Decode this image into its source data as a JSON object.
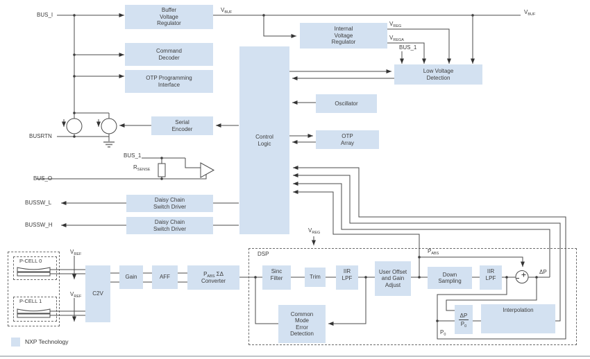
{
  "palette": {
    "block_fill": "#d3e1f1",
    "wire": "#4a4a4a",
    "text": "#3a3a3a"
  },
  "blocks": {
    "buffer_voltage_regulator": {
      "lines": [
        "Buffer",
        "Voltage",
        "Regulator"
      ]
    },
    "command_decoder": {
      "lines": [
        "Command",
        "Decoder"
      ]
    },
    "otp_programming_interface": {
      "lines": [
        "OTP Programming",
        "Interface"
      ]
    },
    "serial_encoder": {
      "lines": [
        "Serial",
        "Encoder"
      ]
    },
    "control_logic": {
      "lines": [
        "Control",
        "Logic"
      ]
    },
    "internal_voltage_regulator": {
      "lines": [
        "Internal",
        "Voltage",
        "Regulator"
      ]
    },
    "low_voltage_detection": {
      "lines": [
        "Low Voltage",
        "Detection"
      ]
    },
    "oscillator": {
      "lines": [
        "Oscillator"
      ]
    },
    "otp_array": {
      "lines": [
        "OTP",
        "Array"
      ]
    },
    "daisy_chain_switch_driver_1": {
      "lines": [
        "Daisy Chain",
        "Switch Driver"
      ]
    },
    "daisy_chain_switch_driver_2": {
      "lines": [
        "Daisy Chain",
        "Switch Driver"
      ]
    },
    "c2v": {
      "lines": [
        "C2V"
      ]
    },
    "gain": {
      "lines": [
        "Gain"
      ]
    },
    "aff": {
      "lines": [
        "AFF"
      ]
    },
    "pabs_converter": {
      "main": "P",
      "sub": "ABS",
      "suffix": " ΣΔ",
      "line2": "Converter"
    },
    "sinc_filter": {
      "lines": [
        "Sinc",
        "Filter"
      ]
    },
    "trim": {
      "lines": [
        "Trim"
      ]
    },
    "iir_lpf_1": {
      "lines": [
        "IIR",
        "LPF"
      ]
    },
    "user_offset_gain_adjust": {
      "lines": [
        "User Offset",
        "and Gain",
        "Adjust"
      ]
    },
    "common_mode_error_detection": {
      "lines": [
        "Common",
        "Mode",
        "Error",
        "Detection"
      ]
    },
    "down_sampling": {
      "lines": [
        "Down",
        "Sampling"
      ]
    },
    "iir_lpf_2": {
      "lines": [
        "IIR",
        "LPF"
      ]
    },
    "dp_over_p0": {
      "num": "ΔP",
      "den_main": "P",
      "den_sub": "0"
    },
    "interpolation": {
      "lines": [
        "Interpolation"
      ]
    }
  },
  "labels": {
    "bus_i": "BUS_I",
    "busrtn": "BUSRTN",
    "bus_o": "BUS_O",
    "bussw_l": "BUSSW_L",
    "bussw_h": "BUSSW_H",
    "bus_1_top": "BUS_1",
    "bus_1_mid": "BUS_1",
    "v_buf_left": {
      "main": "V",
      "sub": "BUF"
    },
    "v_buf_right": {
      "main": "V",
      "sub": "BUF"
    },
    "v_reg_top": {
      "main": "V",
      "sub": "REG"
    },
    "v_rega": {
      "main": "V",
      "sub": "REGA"
    },
    "v_reg_dsp": {
      "main": "V",
      "sub": "REG"
    },
    "r_sense": {
      "main": "R",
      "sub": "SENSE"
    },
    "v_ref_0": {
      "main": "V",
      "sub": "REF"
    },
    "v_ref_1": {
      "main": "V",
      "sub": "REF"
    },
    "p_cell_0": "P-CELL 0",
    "p_cell_1": "P-CELL 1",
    "dsp": "DSP",
    "p_abs": {
      "main": "P",
      "sub": "ABS"
    },
    "delta_p": "ΔP",
    "p_0": {
      "main": "P",
      "sub": "0"
    },
    "legend": "NXP Technology"
  }
}
